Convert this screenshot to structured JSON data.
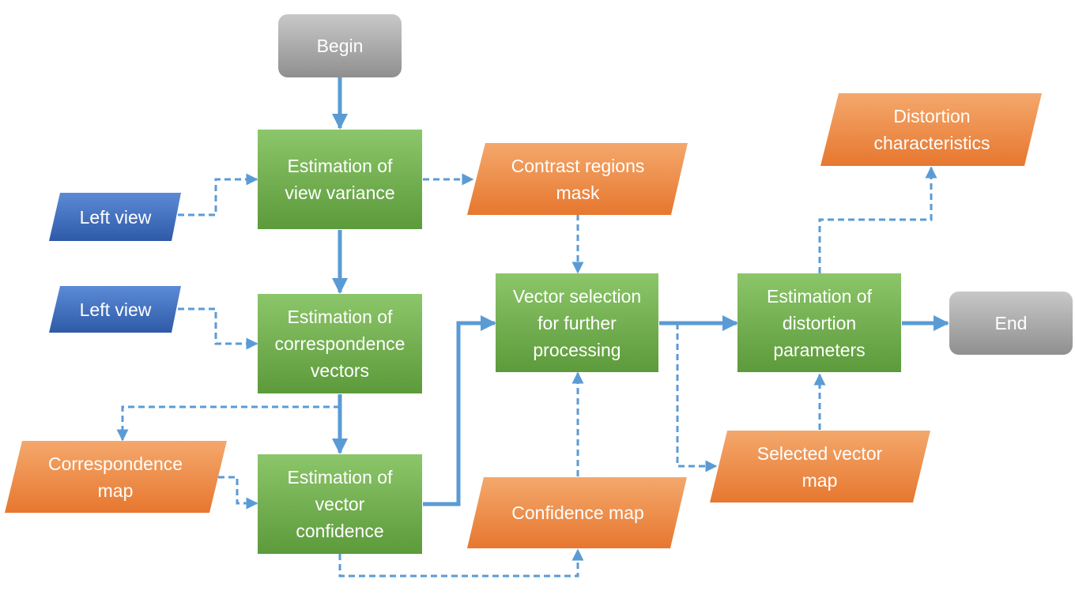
{
  "colors": {
    "process": "#5c9a3b",
    "process_light": "#8cc66a",
    "data_output": "#e7772f",
    "data_output_light": "#f4a86c",
    "data_input": "#2e5aa8",
    "data_input_light": "#5c8bd6",
    "terminal": "#8f8f8f",
    "terminal_light": "#c8c8c8",
    "arrow": "#5b9bd5"
  },
  "nodes": {
    "begin": "Begin",
    "end": "End",
    "est_view_variance": "Estimation of\nview variance",
    "est_correspondence": "Estimation of\ncorrespondence\nvectors",
    "est_confidence": "Estimation of\nvector\nconfidence",
    "vector_selection": "Vector selection\nfor further\nprocessing",
    "est_distortion_params": "Estimation of\ndistortion\nparameters",
    "contrast_mask": "Contrast regions\nmask",
    "distortion_characteristics": "Distortion\ncharacteristics",
    "left_view_1": "Left view",
    "left_view_2": "Left view",
    "correspondence_map": "Correspondence\nmap",
    "confidence_map": "Confidence map",
    "selected_vector_map": "Selected vector\nmap"
  }
}
